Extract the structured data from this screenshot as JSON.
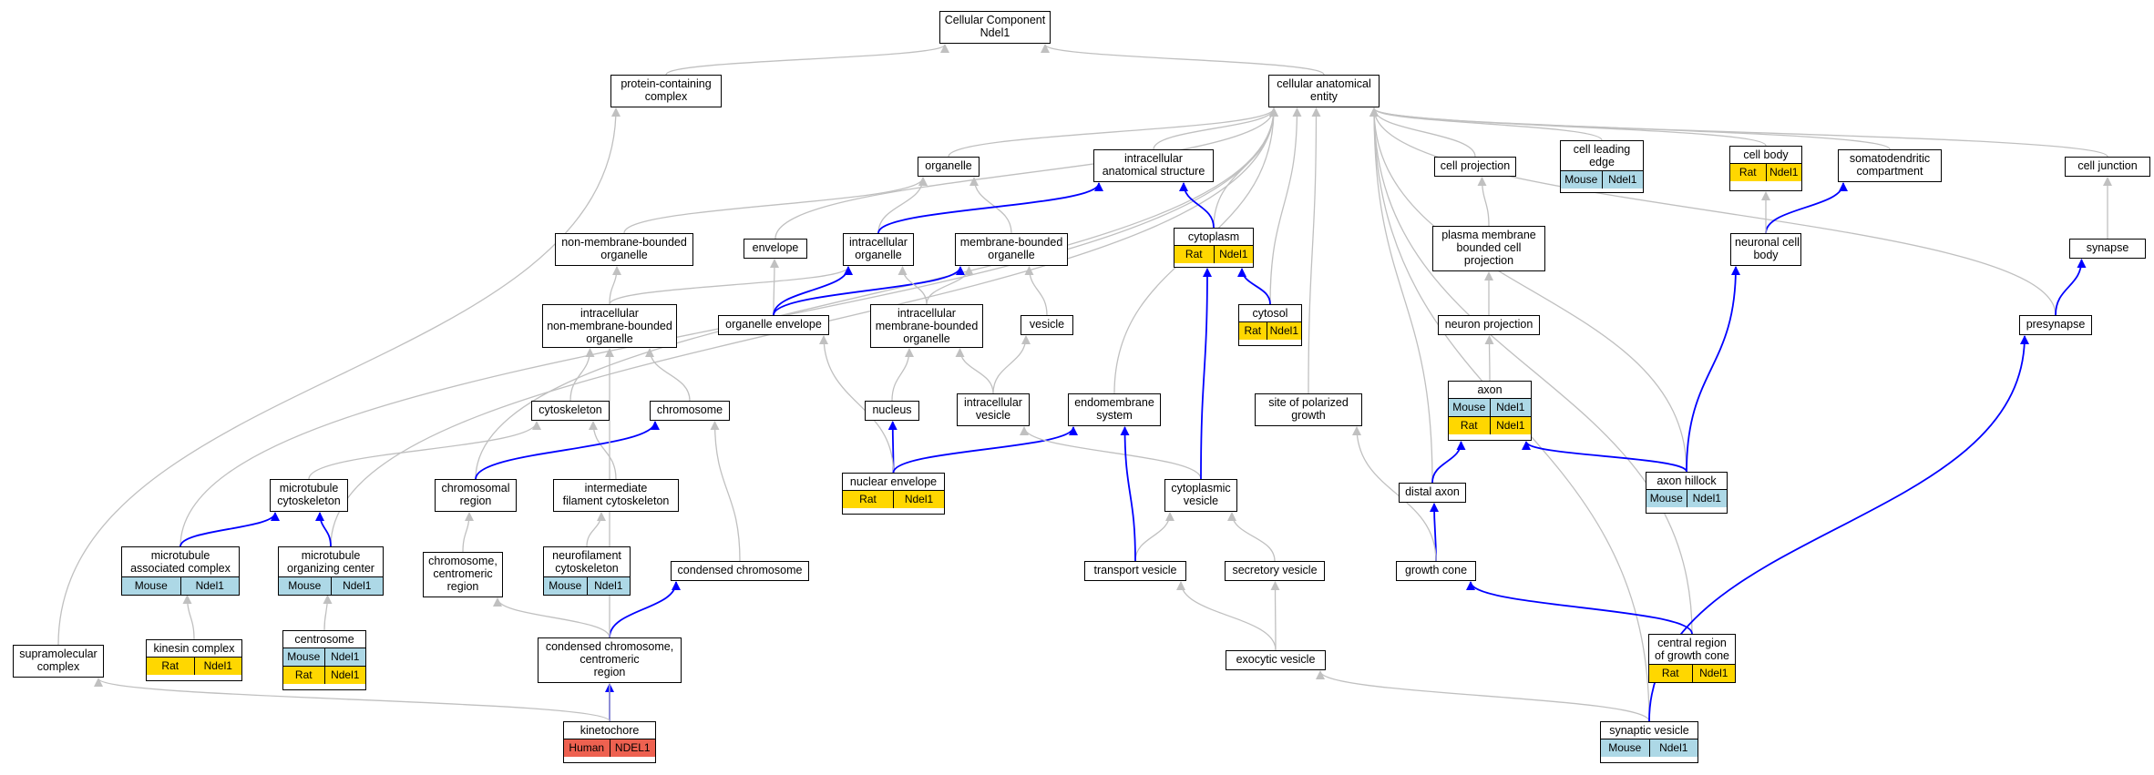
{
  "colors": {
    "mouse": "#add8e6",
    "rat": "#ffd700",
    "human": "#ee6150",
    "direct_edge": "#0000ff",
    "inferred_edge": "#c0c0c0"
  },
  "nodes": [
    {
      "id": "root",
      "label": "Cellular Component\nNdel1",
      "rows": []
    },
    {
      "id": "prot",
      "label": "protein-containing\ncomplex",
      "rows": []
    },
    {
      "id": "cae",
      "label": "cellular anatomical\nentity",
      "rows": []
    },
    {
      "id": "organelle",
      "label": "organelle",
      "rows": []
    },
    {
      "id": "ias",
      "label": "intracellular\nanatomical structure",
      "rows": []
    },
    {
      "id": "cellproj",
      "label": "cell projection",
      "rows": []
    },
    {
      "id": "cle",
      "label": "cell leading\nedge",
      "rows": [
        [
          "Mouse",
          "Ndel1"
        ]
      ]
    },
    {
      "id": "cellbody",
      "label": "cell body",
      "rows": [
        [
          "Rat",
          "Ndel1"
        ]
      ]
    },
    {
      "id": "somato",
      "label": "somatodendritic\ncompartment",
      "rows": []
    },
    {
      "id": "celljunc",
      "label": "cell junction",
      "rows": []
    },
    {
      "id": "nmbo",
      "label": "non-membrane-bounded\norganelle",
      "rows": []
    },
    {
      "id": "envelope",
      "label": "envelope",
      "rows": []
    },
    {
      "id": "intorg",
      "label": "intracellular\norganelle",
      "rows": []
    },
    {
      "id": "mbo",
      "label": "membrane-bounded\norganelle",
      "rows": []
    },
    {
      "id": "cytoplasm",
      "label": "cytoplasm",
      "rows": [
        [
          "Rat",
          "Ndel1"
        ]
      ]
    },
    {
      "id": "pmbcp",
      "label": "plasma membrane\nbounded cell\nprojection",
      "rows": []
    },
    {
      "id": "ncb",
      "label": "neuronal cell\nbody",
      "rows": []
    },
    {
      "id": "synapse",
      "label": "synapse",
      "rows": []
    },
    {
      "id": "inmbo",
      "label": "intracellular\nnon-membrane-bounded\norganelle",
      "rows": []
    },
    {
      "id": "orgenv",
      "label": "organelle envelope",
      "rows": []
    },
    {
      "id": "imbo",
      "label": "intracellular\nmembrane-bounded\norganelle",
      "rows": []
    },
    {
      "id": "vesicle",
      "label": "vesicle",
      "rows": []
    },
    {
      "id": "cytosol",
      "label": "cytosol",
      "rows": [
        [
          "Rat",
          "Ndel1"
        ]
      ]
    },
    {
      "id": "neuronproj",
      "label": "neuron projection",
      "rows": []
    },
    {
      "id": "presyn",
      "label": "presynapse",
      "rows": []
    },
    {
      "id": "cytoskel",
      "label": "cytoskeleton",
      "rows": []
    },
    {
      "id": "chromosome",
      "label": "chromosome",
      "rows": []
    },
    {
      "id": "nucleus",
      "label": "nucleus",
      "rows": []
    },
    {
      "id": "icv",
      "label": "intracellular\nvesicle",
      "rows": []
    },
    {
      "id": "endomem",
      "label": "endomembrane\nsystem",
      "rows": []
    },
    {
      "id": "spg",
      "label": "site of polarized\ngrowth",
      "rows": []
    },
    {
      "id": "axon",
      "label": "axon",
      "rows": [
        [
          "Mouse",
          "Ndel1"
        ],
        [
          "Rat",
          "Ndel1"
        ]
      ]
    },
    {
      "id": "mtcyto",
      "label": "microtubule\ncytoskeleton",
      "rows": []
    },
    {
      "id": "chrreg",
      "label": "chromosomal\nregion",
      "rows": []
    },
    {
      "id": "ifc",
      "label": "intermediate\nfilament cytoskeleton",
      "rows": []
    },
    {
      "id": "nucenv",
      "label": "nuclear envelope",
      "rows": [
        [
          "Rat",
          "Ndel1"
        ]
      ]
    },
    {
      "id": "cytvesicle",
      "label": "cytoplasmic\nvesicle",
      "rows": []
    },
    {
      "id": "distaxon",
      "label": "distal axon",
      "rows": []
    },
    {
      "id": "axonhillock",
      "label": "axon hillock",
      "rows": [
        [
          "Mouse",
          "Ndel1"
        ]
      ]
    },
    {
      "id": "mac",
      "label": "microtubule\nassociated complex",
      "rows": [
        [
          "Mouse",
          "Ndel1"
        ]
      ]
    },
    {
      "id": "mtoc",
      "label": "microtubule\norganizing center",
      "rows": [
        [
          "Mouse",
          "Ndel1"
        ]
      ]
    },
    {
      "id": "ccr",
      "label": "chromosome,\ncentromeric\nregion",
      "rows": []
    },
    {
      "id": "nfc",
      "label": "neurofilament\ncytoskeleton",
      "rows": [
        [
          "Mouse",
          "Ndel1"
        ]
      ]
    },
    {
      "id": "condchr",
      "label": "condensed chromosome",
      "rows": []
    },
    {
      "id": "transves",
      "label": "transport vesicle",
      "rows": []
    },
    {
      "id": "secves",
      "label": "secretory vesicle",
      "rows": []
    },
    {
      "id": "growthcone",
      "label": "growth cone",
      "rows": []
    },
    {
      "id": "supramol",
      "label": "supramolecular\ncomplex",
      "rows": []
    },
    {
      "id": "kinesin",
      "label": "kinesin complex",
      "rows": [
        [
          "Rat",
          "Ndel1"
        ]
      ]
    },
    {
      "id": "centrosome",
      "label": "centrosome",
      "rows": [
        [
          "Mouse",
          "Ndel1"
        ],
        [
          "Rat",
          "Ndel1"
        ]
      ]
    },
    {
      "id": "ccencr",
      "label": "condensed chromosome,\ncentromeric\nregion",
      "rows": []
    },
    {
      "id": "exoves",
      "label": "exocytic vesicle",
      "rows": []
    },
    {
      "id": "crgc",
      "label": "central region\nof growth cone",
      "rows": [
        [
          "Rat",
          "Ndel1"
        ]
      ]
    },
    {
      "id": "kinetochore",
      "label": "kinetochore",
      "rows": [
        [
          "Human",
          "NDEL1"
        ]
      ]
    },
    {
      "id": "synves",
      "label": "synaptic vesicle",
      "rows": [
        [
          "Mouse",
          "Ndel1"
        ]
      ]
    }
  ]
}
